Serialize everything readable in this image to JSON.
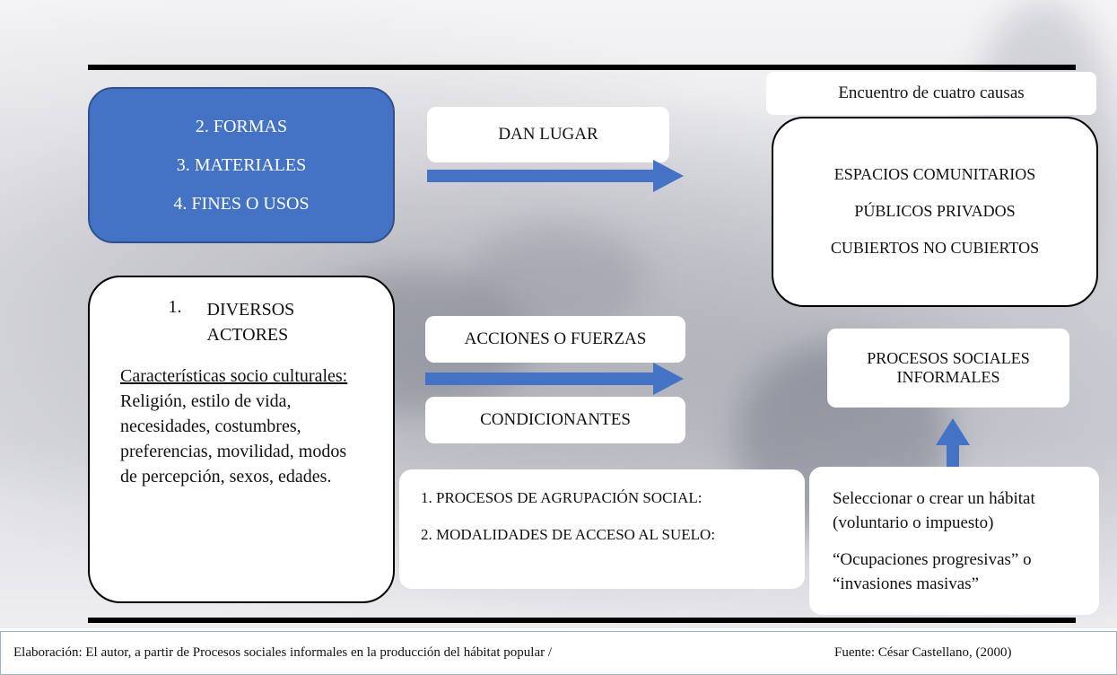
{
  "top_right_label": "Encuentro de cuatro causas",
  "blue_box": {
    "items": [
      "2. FORMAS",
      "3. MATERIALES",
      "4. FINES O USOS"
    ]
  },
  "dan_lugar": "DAN LUGAR",
  "espacios": {
    "line1": "ESPACIOS COMUNITARIOS",
    "line2": "PÚBLICOS PRIVADOS",
    "line3": "CUBIERTOS NO CUBIERTOS"
  },
  "actores": {
    "number": "1.",
    "title": "DIVERSOS ACTORES",
    "char_label": "Características socio culturales:",
    "char_text": " Religión, estilo de vida, necesidades, costumbres, preferencias, movilidad, modos de percepción, sexos, edades."
  },
  "acciones": "ACCIONES O FUERZAS",
  "condicionantes": "CONDICIONANTES",
  "procesos_sociales": "PROCESOS SOCIALES INFORMALES",
  "agrupacion": {
    "item1": "1. PROCESOS DE AGRUPACIÓN SOCIAL:",
    "item2": "2. MODALIDADES DE ACCESO AL SUELO:"
  },
  "habitat": {
    "line1": "Seleccionar o crear un hábitat (voluntario o impuesto)",
    "line2": "“Ocupaciones progresivas” o “invasiones masivas”"
  },
  "footer": {
    "left": "Elaboración: El autor, a partir de Procesos sociales informales en la producción del hábitat popular /",
    "right": "Fuente: César Castellano, (2000)"
  },
  "colors": {
    "accent_blue": "#4472c4",
    "rule": "#000000"
  }
}
